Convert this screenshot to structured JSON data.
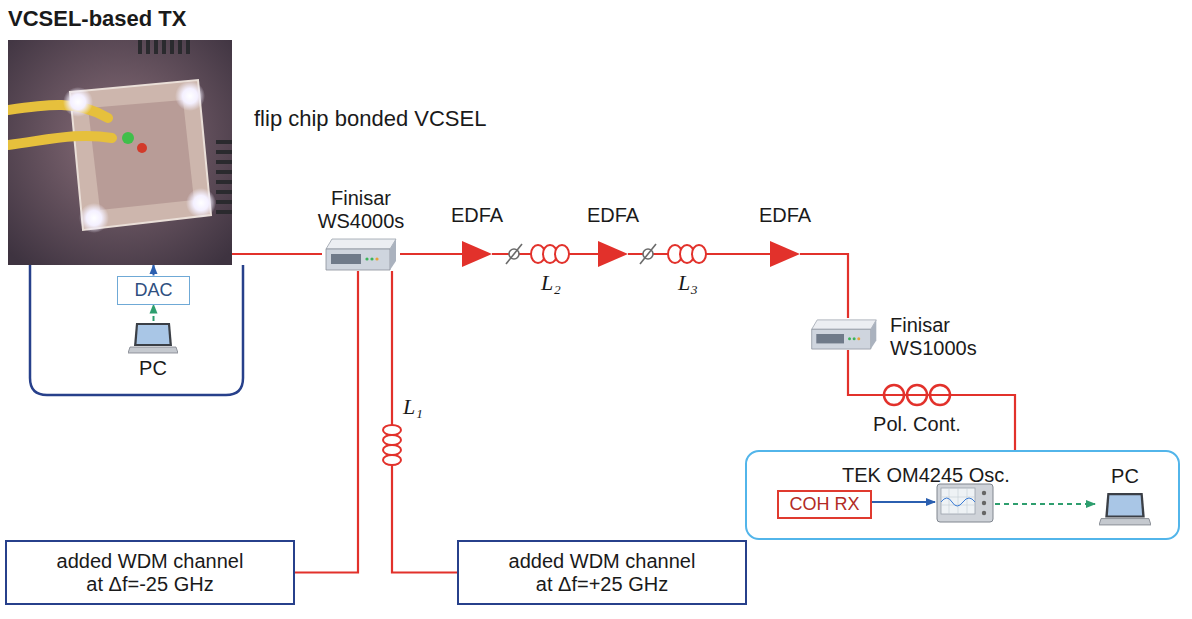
{
  "diagram": {
    "title": "VCSEL-based TX",
    "nodes": [
      {
        "text": [
          "flip chip bonded VCSEL"
        ]
      },
      {
        "text": [
          "DAC"
        ]
      },
      {
        "text": [
          "PC"
        ]
      },
      {
        "text": [
          "Finisar WS4000s"
        ]
      },
      {
        "text": [
          "EDFA"
        ]
      },
      {
        "text": [
          "EDFA"
        ]
      },
      {
        "text": [
          "EDFA"
        ]
      },
      {
        "text": [
          "Finisar WS1000s"
        ]
      },
      {
        "text": [
          "Pol. Cont."
        ]
      },
      {
        "text": [
          "TEK OM4245 Osc."
        ]
      },
      {
        "text": [
          "COH RX"
        ],
        "in": 9
      },
      {
        "text": [
          "PC"
        ],
        "in": 9
      },
      {
        "text": [
          "added WDM channel at Δf=-25 GHz"
        ]
      },
      {
        "text": [
          "added WDM channel at Δf=+25 GHz"
        ]
      }
    ],
    "edges": [
      {
        "from": 2,
        "to": 1,
        "arrow": "to"
      },
      {
        "from": 1,
        "to": 0,
        "arrow": "to"
      },
      {
        "from": 0,
        "to": 3,
        "arrow": "none"
      },
      {
        "from": 12,
        "to": 3,
        "arrow": "none"
      },
      {
        "from": 13,
        "to": 3,
        "arrow": "none"
      },
      {
        "from": 3,
        "to": 4,
        "arrow": "none"
      },
      {
        "from": 4,
        "to": 5,
        "arrow": "none"
      },
      {
        "from": 5,
        "to": 6,
        "arrow": "none"
      },
      {
        "from": 6,
        "to": 7,
        "arrow": "none"
      },
      {
        "from": 7,
        "to": 8,
        "arrow": "none"
      },
      {
        "from": 8,
        "to": 9,
        "arrow": "none"
      }
    ],
    "labels": [
      "L₁",
      "L₂",
      "L₃"
    ]
  }
}
